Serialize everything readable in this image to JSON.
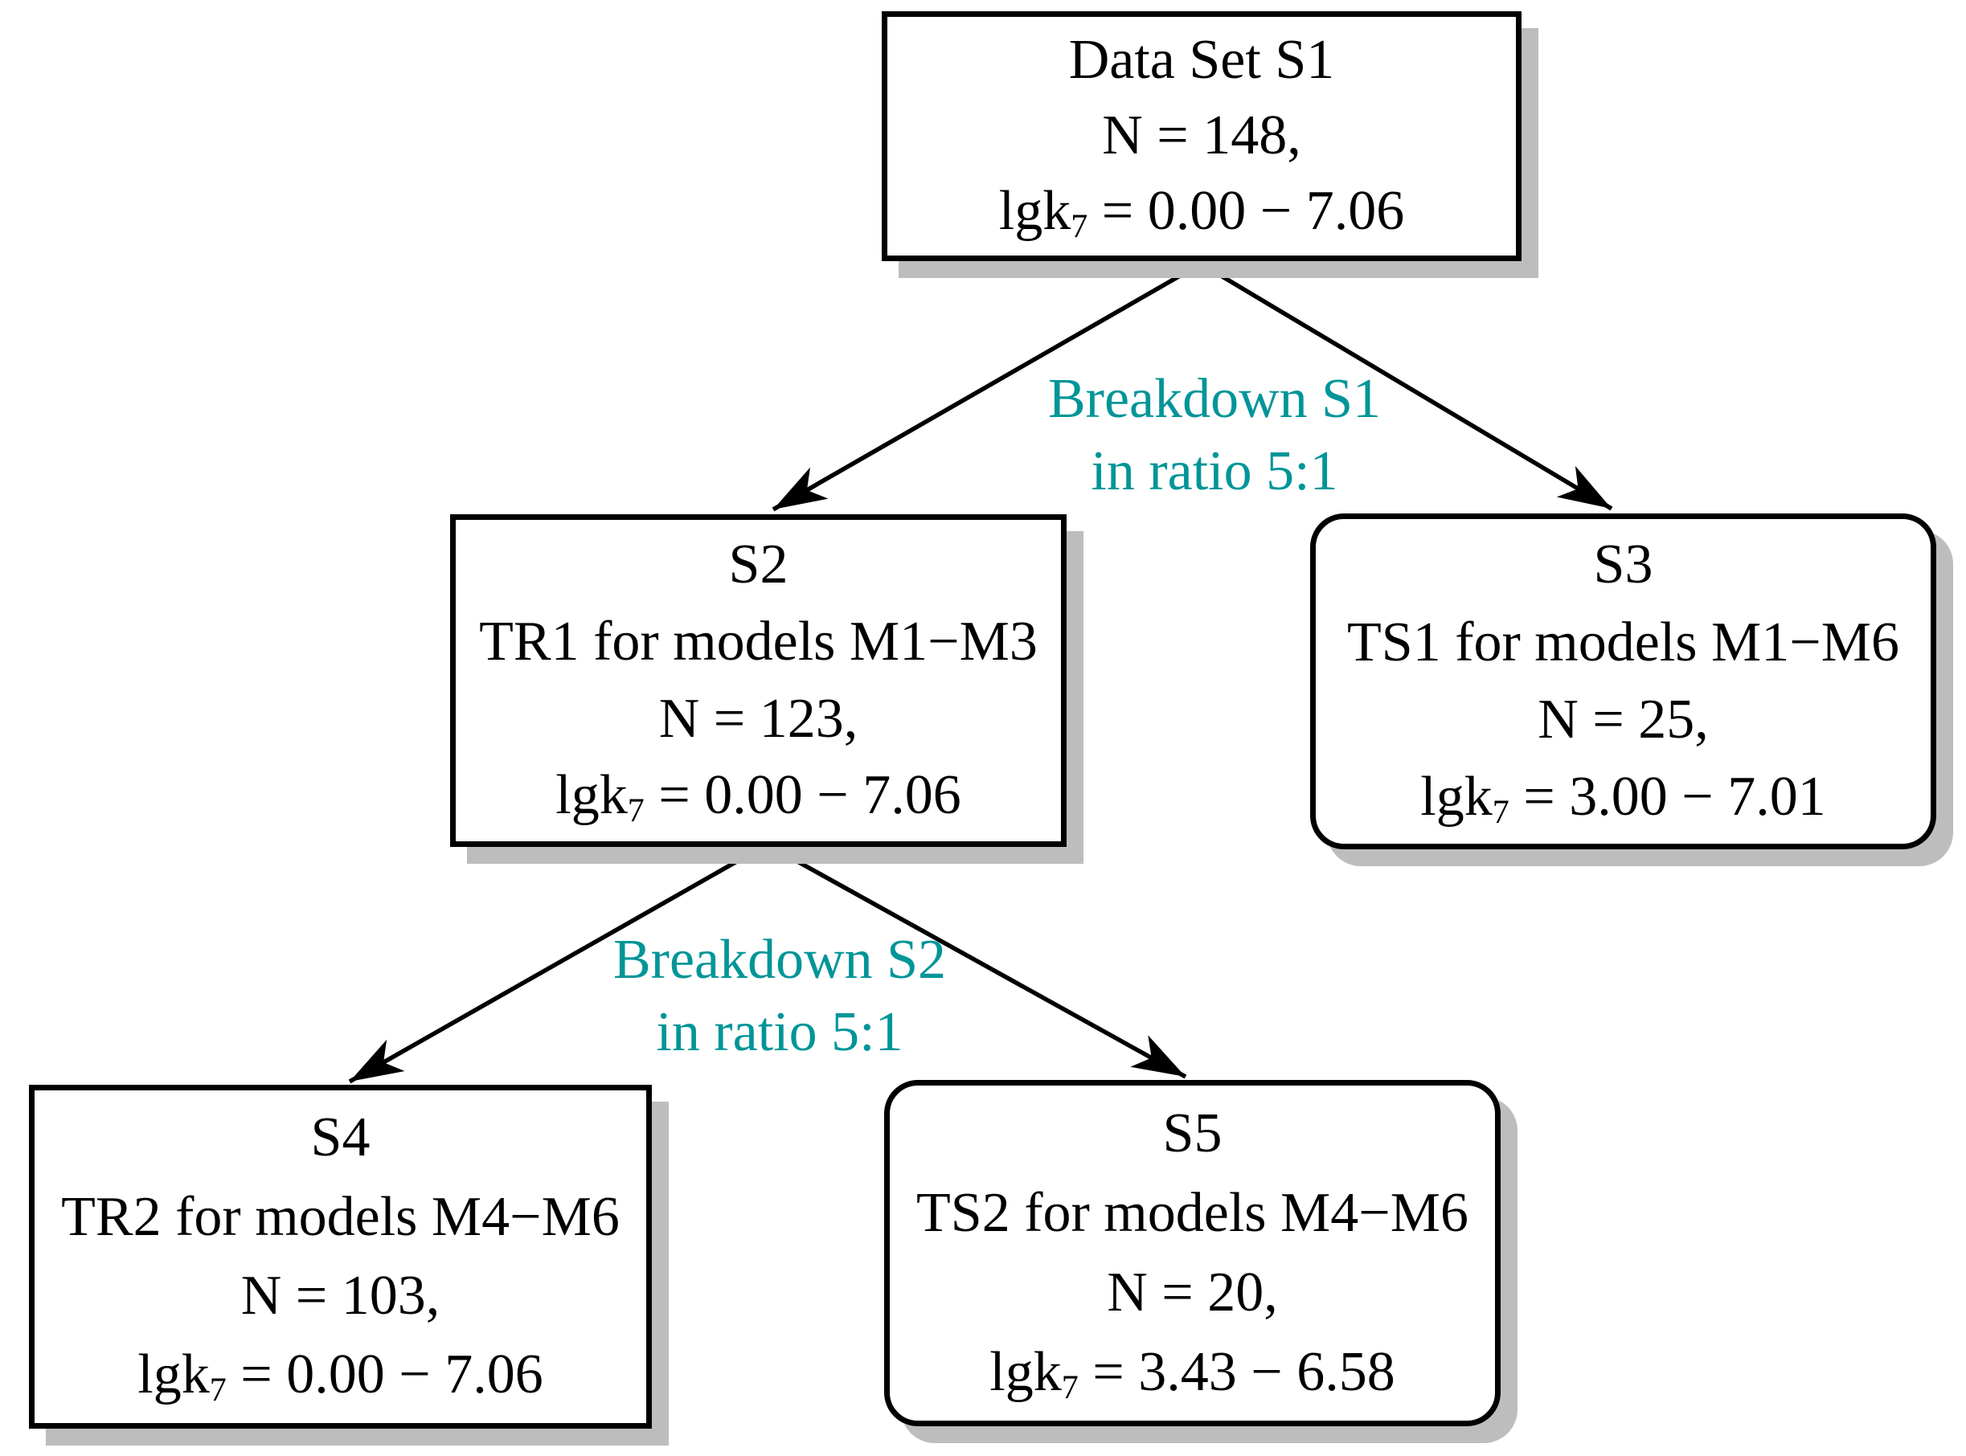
{
  "colors": {
    "teal": "#009598",
    "ink": "#000000",
    "paper": "#ffffff",
    "shadow": "#bdbdbd"
  },
  "nodes": {
    "s1": {
      "title": "Data Set S1",
      "n": "N = 148,",
      "lgk_base": "lgk",
      "lgk_sub": "7",
      "lgk_range": " = 0.00 − 7.06",
      "shape": "rectangle"
    },
    "s2": {
      "title": "S2",
      "role": "TR1 for models M1−M3",
      "n": "N = 123,",
      "lgk_base": "lgk",
      "lgk_sub": "7",
      "lgk_range": " = 0.00 − 7.06",
      "shape": "rectangle"
    },
    "s3": {
      "title": "S3",
      "role": "TS1 for models M1−M6",
      "n": "N = 25,",
      "lgk_base": "lgk",
      "lgk_sub": "7",
      "lgk_range": " = 3.00 − 7.01",
      "shape": "rounded"
    },
    "s4": {
      "title": "S4",
      "role": "TR2 for models M4−M6",
      "n": "N = 103,",
      "lgk_base": "lgk",
      "lgk_sub": "7",
      "lgk_range": " = 0.00 − 7.06",
      "shape": "rectangle"
    },
    "s5": {
      "title": "S5",
      "role": "TS2 for models M4−M6",
      "n": "N = 20,",
      "lgk_base": "lgk",
      "lgk_sub": "7",
      "lgk_range": " = 3.43 − 6.58",
      "shape": "rounded"
    }
  },
  "labels": {
    "breakdown_s1": {
      "line1": "Breakdown S1",
      "line2": "in ratio 5:1"
    },
    "breakdown_s2": {
      "line1": "Breakdown S2",
      "line2": "in ratio 5:1"
    }
  },
  "edges": [
    {
      "from": "S1",
      "to": "S2",
      "label": "Breakdown S1 in ratio 5:1"
    },
    {
      "from": "S1",
      "to": "S3",
      "label": "Breakdown S1 in ratio 5:1"
    },
    {
      "from": "S2",
      "to": "S4",
      "label": "Breakdown S2 in ratio 5:1"
    },
    {
      "from": "S2",
      "to": "S5",
      "label": "Breakdown S2 in ratio 5:1"
    }
  ]
}
